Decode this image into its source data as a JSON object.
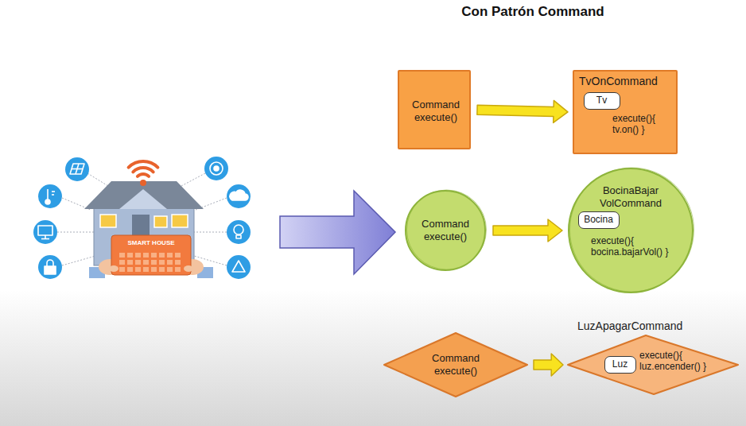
{
  "diagram": {
    "title": "Con Patrón Command",
    "nodes": [
      {
        "text": [
          "Command execute()"
        ]
      },
      {
        "text": [
          "TvOnCommand",
          "execute(){ tv.on() }"
        ]
      },
      {
        "text": [
          "Tv"
        ],
        "in": 1
      },
      {
        "text": [
          "Command execute()"
        ]
      },
      {
        "text": [
          "BocinaBajar VolCommand",
          "execute(){ bocina.bajarVol() }"
        ]
      },
      {
        "text": [
          "Bocina"
        ],
        "in": 4
      },
      {
        "text": [
          "Command execute()"
        ]
      },
      {
        "text": [
          "LuzApagarCommand",
          "execute(){ luz.encender() }"
        ]
      },
      {
        "text": [
          "Luz"
        ],
        "in": 7
      }
    ],
    "edges": [
      {
        "from": 0,
        "to": 1,
        "arrow": "to"
      },
      {
        "from": 3,
        "to": 4,
        "arrow": "to"
      },
      {
        "from": 6,
        "to": 7,
        "arrow": "to"
      }
    ],
    "labels": [
      "SMART HOUSE"
    ]
  }
}
